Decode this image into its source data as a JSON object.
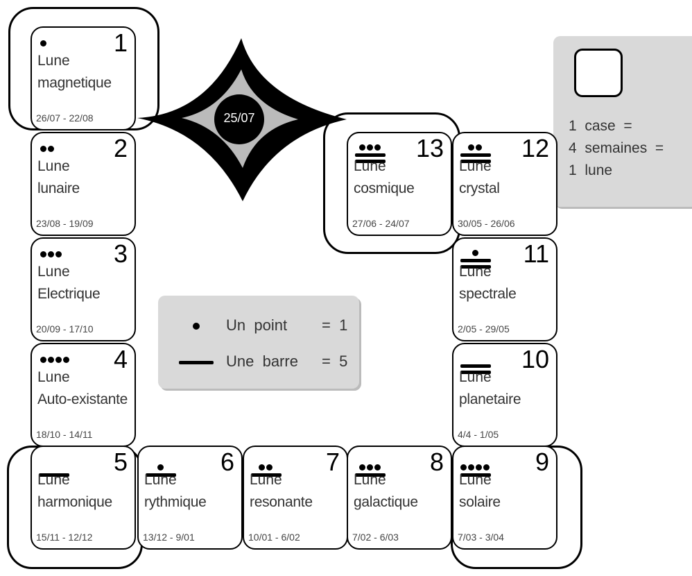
{
  "center": {
    "label": "25/07"
  },
  "legend": {
    "point_label": "Un  point",
    "point_eq": "=  1",
    "bar_label": "Une  barre",
    "bar_eq": "=  5"
  },
  "scale": {
    "line1": "1  case  =",
    "line2": "4  semaines  =",
    "line3": "1  lune"
  },
  "moons": [
    {
      "num": "1",
      "line1": "Lune",
      "line2": "magnetique",
      "dates": "26/07  -  22/08",
      "dots": 1,
      "bars": 0
    },
    {
      "num": "2",
      "line1": "Lune",
      "line2": "lunaire",
      "dates": "23/08  -  19/09",
      "dots": 2,
      "bars": 0
    },
    {
      "num": "3",
      "line1": "Lune",
      "line2": "Electrique",
      "dates": "20/09  -  17/10",
      "dots": 3,
      "bars": 0
    },
    {
      "num": "4",
      "line1": "Lune",
      "line2": "Auto-existante",
      "dates": "18/10  -  14/11",
      "dots": 4,
      "bars": 0
    },
    {
      "num": "5",
      "line1": "Lune",
      "line2": "harmonique",
      "dates": "15/11  -  12/12",
      "dots": 0,
      "bars": 1
    },
    {
      "num": "6",
      "line1": "Lune",
      "line2": "rythmique",
      "dates": "13/12  -  9/01",
      "dots": 1,
      "bars": 1
    },
    {
      "num": "7",
      "line1": "Lune",
      "line2": "resonante",
      "dates": "10/01  -  6/02",
      "dots": 2,
      "bars": 1
    },
    {
      "num": "8",
      "line1": "Lune",
      "line2": "galactique",
      "dates": "7/02  -  6/03",
      "dots": 3,
      "bars": 1
    },
    {
      "num": "9",
      "line1": "Lune",
      "line2": "solaire",
      "dates": "7/03  -  3/04",
      "dots": 4,
      "bars": 1
    },
    {
      "num": "10",
      "line1": "Lune",
      "line2": "planetaire",
      "dates": "4/4  -  1/05",
      "dots": 0,
      "bars": 2
    },
    {
      "num": "11",
      "line1": "Lune",
      "line2": "spectrale",
      "dates": "2/05  -  29/05",
      "dots": 1,
      "bars": 2
    },
    {
      "num": "12",
      "line1": "Lune",
      "line2": "crystal",
      "dates": "30/05  -  26/06",
      "dots": 2,
      "bars": 2
    },
    {
      "num": "13",
      "line1": "Lune",
      "line2": "cosmique",
      "dates": "27/06  -  24/07",
      "dots": 3,
      "bars": 2
    }
  ]
}
